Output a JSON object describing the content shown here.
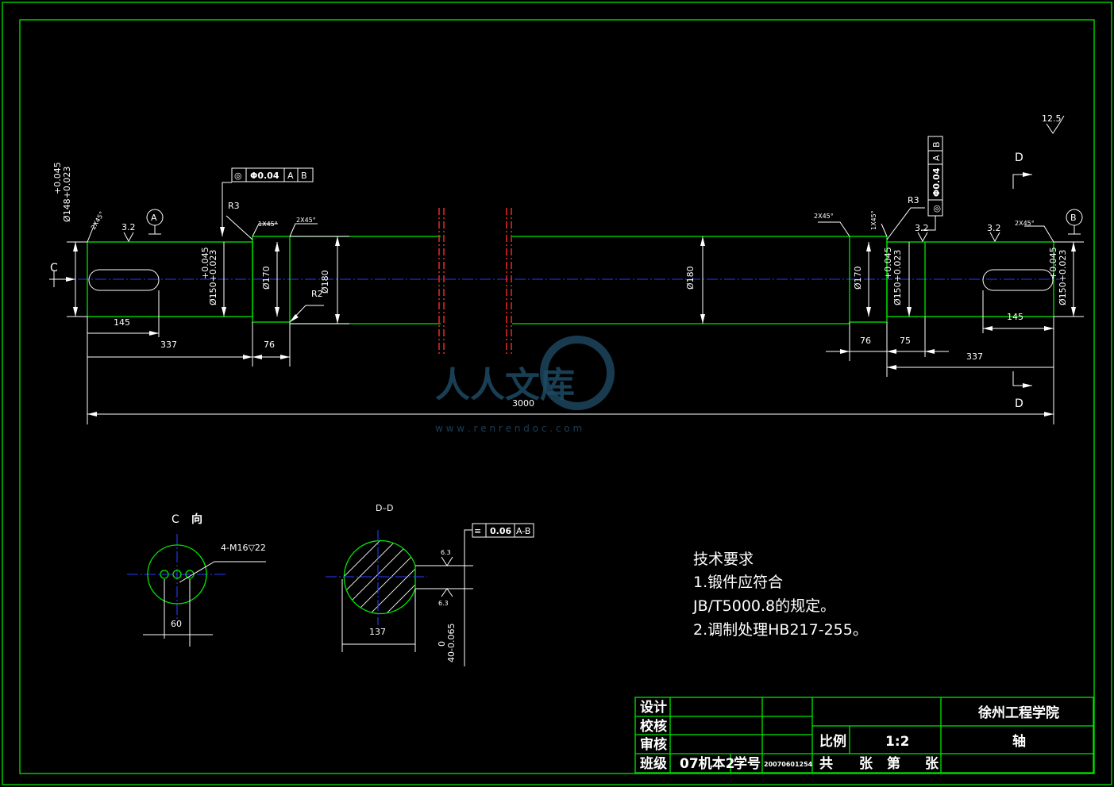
{
  "dims": {
    "tol_left_end_top": "+0.045",
    "tol_left_end_bot": "Ø148+0.023",
    "chamfer_2x45": "2X45°",
    "chamfer_1x45": "1X45°",
    "roughness_32": "3.2",
    "roughness_63": "6.3",
    "roughness_125": "12.5",
    "datum_a": "A",
    "datum_b": "B",
    "view_c": "C",
    "view_d": "D",
    "r3": "R3",
    "r2": "R2",
    "tol_150_top": "+0.045",
    "tol_150_bot": "Ø150+0.023",
    "d170": "Ø170",
    "d180": "Ø180",
    "len_145": "145",
    "len_337": "337",
    "len_76": "76",
    "len_75": "75",
    "len_3000": "3000",
    "fcf_sym": "◎",
    "fcf_val": "Φ0.04",
    "fcf_a": "A",
    "fcf_b": "B",
    "tol_right_end_top": "+0.045",
    "tol_right_end_bot": "Ø150+0.023"
  },
  "view_c": {
    "title": "C",
    "title_suffix": "向",
    "callout": "4-M16▽22",
    "width": "60"
  },
  "section_dd": {
    "title": "D–D",
    "fcf_sym": "≡",
    "fcf_val": "0.06",
    "fcf_ref": "A-B",
    "roughness_top": "6.3",
    "roughness_bot": "6.3",
    "width": "137",
    "depth_top": "0",
    "depth_bot": "40-0.065"
  },
  "notes": {
    "title": "技术要求",
    "line1": "1.锻件应符合",
    "line2": "JB/T5000.8的规定。",
    "line3": "2.调制处理HB217-255。"
  },
  "title_block": {
    "design": "设计",
    "check": "校核",
    "review": "审核",
    "class_label": "班级",
    "class_value": "07机本2",
    "student_no_label": "学号",
    "student_no_value": "20070601254",
    "school": "徐州工程学院",
    "scale_label": "比例",
    "scale_value": "1:2",
    "part_name": "轴",
    "sheets_total": "共",
    "sheets_unit1": "张",
    "sheet_no": "第",
    "sheets_unit2": "张"
  },
  "watermark": {
    "text": "人人文库",
    "url": "w w w . r e n r e n d o c . c o m"
  }
}
